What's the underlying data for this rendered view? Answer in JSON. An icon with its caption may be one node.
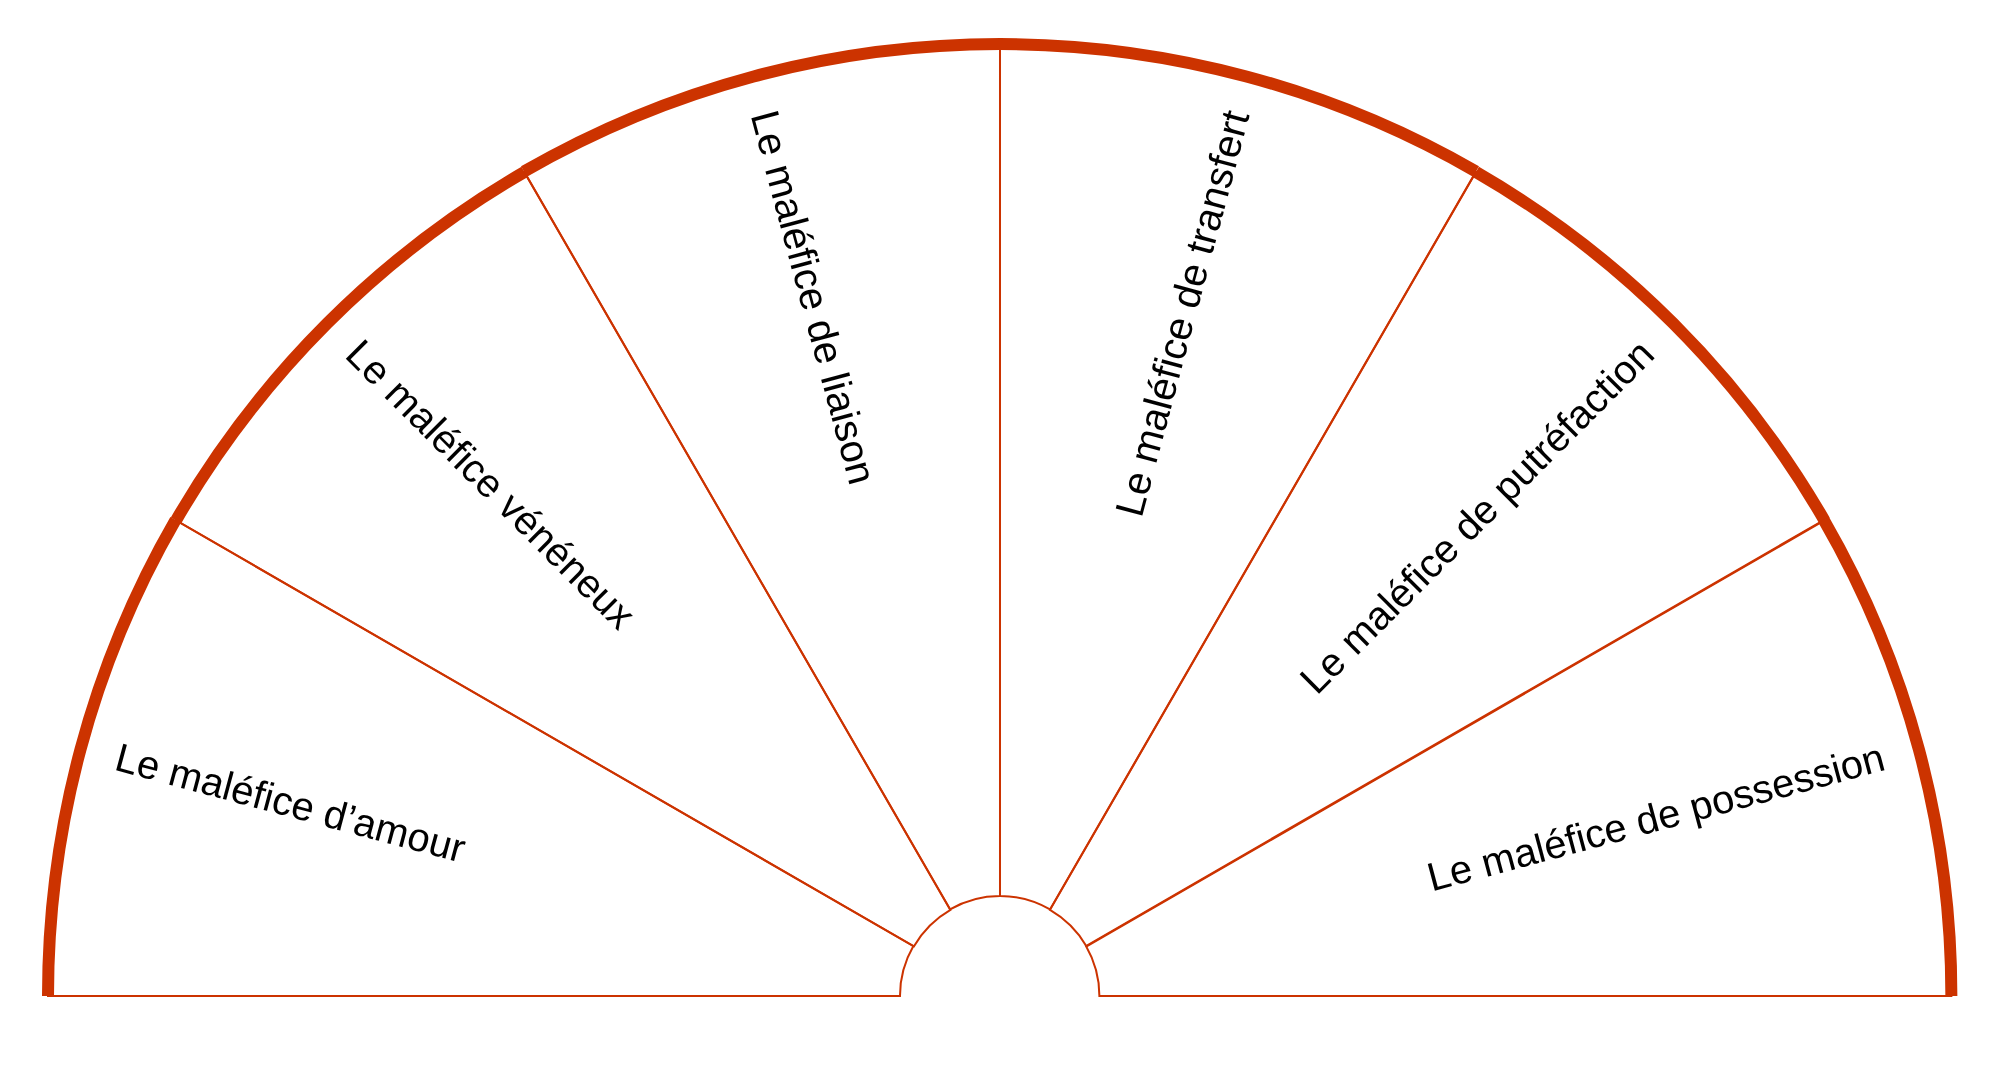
{
  "diagram": {
    "nodes": [
      {
        "text": [
          "Le maléfice d’amour"
        ]
      },
      {
        "text": [
          "Le maléfice vénéneux"
        ]
      },
      {
        "text": [
          "Le maléfice de liaison"
        ]
      },
      {
        "text": [
          "Le maléfice de transfert"
        ]
      },
      {
        "text": [
          "Le maléfice de putréfaction"
        ]
      },
      {
        "text": [
          "Le maléfice de possession"
        ]
      }
    ]
  }
}
